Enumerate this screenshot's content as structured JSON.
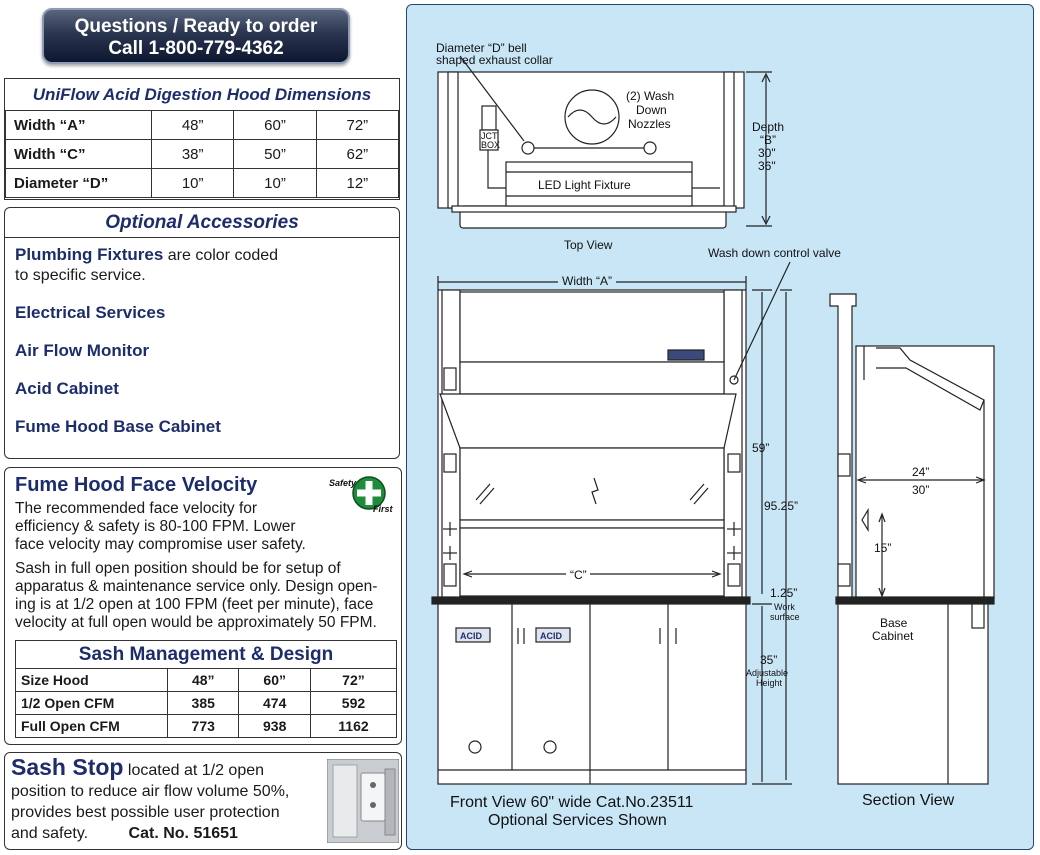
{
  "cta": {
    "line1": "Questions / Ready to order",
    "line2": "Call 1-800-779-4362"
  },
  "dimensions": {
    "title": "UniFlow Acid Digestion Hood Dimensions",
    "rows": [
      {
        "label": "Width “A”",
        "values": [
          "48”",
          "60”",
          "72”"
        ]
      },
      {
        "label": "Width “C”",
        "values": [
          "38”",
          "50”",
          "62”"
        ]
      },
      {
        "label": "Diameter “D”",
        "values": [
          "10”",
          "10”",
          "12”"
        ]
      }
    ]
  },
  "accessories": {
    "title": "Optional Accessories",
    "plumbing_name": "Plumbing Fixtures",
    "plumbing_note_1": " are color coded",
    "plumbing_note_2": "to specific service.",
    "items": [
      "Electrical Services",
      "Air Flow Monitor",
      "Acid Cabinet",
      "Fume Hood Base Cabinet"
    ]
  },
  "face_velocity": {
    "title": "Fume Hood Face Velocity",
    "badge_top": "Safety",
    "badge_bottom": "First",
    "p1": [
      "The recommended face velocity for",
      "efficiency & safety is 80-100 FPM. Lower",
      "face velocity may compromise user safety."
    ],
    "p2": [
      "Sash in full open position should be for setup of",
      "apparatus & maintenance service only. Design open-",
      "ing is at 1/2 open at 100 FPM (feet per minute), face",
      "velocity at full open would be approximately 50 FPM."
    ]
  },
  "sash_table": {
    "title": "Sash Management & Design",
    "header": [
      "Size Hood",
      "48”",
      "60”",
      "72”"
    ],
    "rows": [
      [
        "1/2 Open CFM",
        "385",
        "474",
        "592"
      ],
      [
        "Full Open CFM",
        "773",
        "938",
        "1162"
      ]
    ]
  },
  "sash_stop": {
    "title": "Sash Stop",
    "t1": " located at 1/2 open",
    "t2": "position to reduce air flow volume 50%,",
    "t3": "provides best possible user protection",
    "t4": "and safety.",
    "cat": "Cat. No. 51651"
  },
  "diagram": {
    "top_bell_1": "Diameter “D” bell",
    "top_bell_2": "shaped exhaust collar",
    "wash_1": "(2) Wash",
    "wash_2": "Down",
    "wash_3": "Nozzles",
    "jct_1": "JCT",
    "jct_2": "BOX",
    "led": "LED Light Fixture",
    "depth_1": "Depth",
    "depth_2": "“B”",
    "depth_3": "30\"",
    "depth_4": "36\"",
    "top_view": "Top View",
    "control_valve": "Wash down control valve",
    "width_a": "Width “A”",
    "width_c": "“C”",
    "h59": "59”",
    "h95": "95.25”",
    "h125": "1.25”",
    "work_1": "Work",
    "work_2": "surface",
    "h35": "35”",
    "adj_1": "Adjustable",
    "adj_2": "Height",
    "acid_1": "ACID",
    "acid_2": "ACID",
    "front_1": "Front View 60\" wide Cat.No.23511",
    "front_2": "Optional Services Shown",
    "d24": "24”",
    "d30": "30”",
    "d15": "15”",
    "base_1": "Base",
    "base_2": "Cabinet",
    "section_view": "Section View"
  }
}
